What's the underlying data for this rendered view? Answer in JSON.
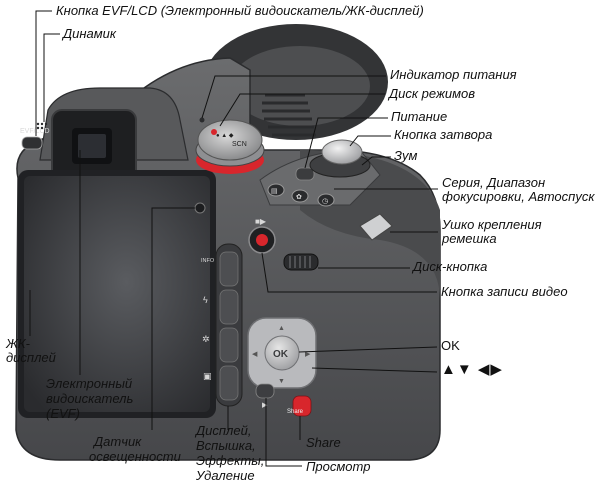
{
  "labels": {
    "evf_lcd_button": "Кнопка EVF/LCD (Электронный видоискатель/ЖК-дисплей)",
    "speaker": "Динамик",
    "power_indicator": "Индикатор питания",
    "mode_dial": "Диск режимов",
    "power": "Питание",
    "shutter_button": "Кнопка затвора",
    "zoom": "Зум",
    "burst_line1": "Серия, Диапазон",
    "burst_line2": "фокусировки, Автоспуск",
    "strap_line1": "Ушко крепления",
    "strap_line2": "ремешка",
    "jog_dial": "Диск-кнопка",
    "video_button": "Кнопка записи видео",
    "ok": "OK",
    "arrows": "▲▼ ◀▶",
    "lcd_line1": "ЖК-",
    "lcd_line2": "дисплей",
    "evf_line1": "Электронный",
    "evf_line2": "видоискатель",
    "evf_line3": "(EVF)",
    "light_sensor_line1": "Датчик",
    "light_sensor_line2": "освещенности",
    "side_buttons_line1": "Дисплей,",
    "side_buttons_line2": "Вспышка,",
    "side_buttons_line3": "Эффекты,",
    "side_buttons_line4": "Удаление",
    "share": "Share",
    "review": "Просмотр"
  },
  "camera_markings": {
    "evf_lcd": "EVF/LCD",
    "ok_key": "OK",
    "share_key": "Share",
    "mode_dial_text": "SCN",
    "side_key_1": "INFO"
  },
  "colors": {
    "body": "#5a5b5d",
    "body_dark": "#2e2f31",
    "accent_red": "#d8262c",
    "line": "#111111"
  }
}
